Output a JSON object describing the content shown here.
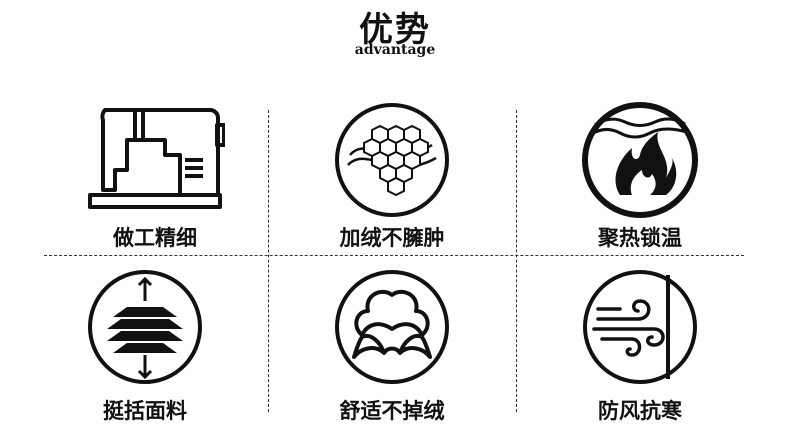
{
  "header": {
    "title": "优势",
    "subtitle": "advantage"
  },
  "items": [
    {
      "label": "做工精细",
      "icon": "sewing-machine-icon"
    },
    {
      "label": "加绒不臃肿",
      "icon": "fleece-hexagon-icon"
    },
    {
      "label": "聚热锁温",
      "icon": "flame-icon"
    },
    {
      "label": "挺括面料",
      "icon": "layered-fabric-icon"
    },
    {
      "label": "舒适不掉绒",
      "icon": "cotton-boll-icon"
    },
    {
      "label": "防风抗寒",
      "icon": "wind-icon"
    }
  ],
  "colors": {
    "text": "#111111",
    "background": "#ffffff",
    "divider": "#333333"
  }
}
